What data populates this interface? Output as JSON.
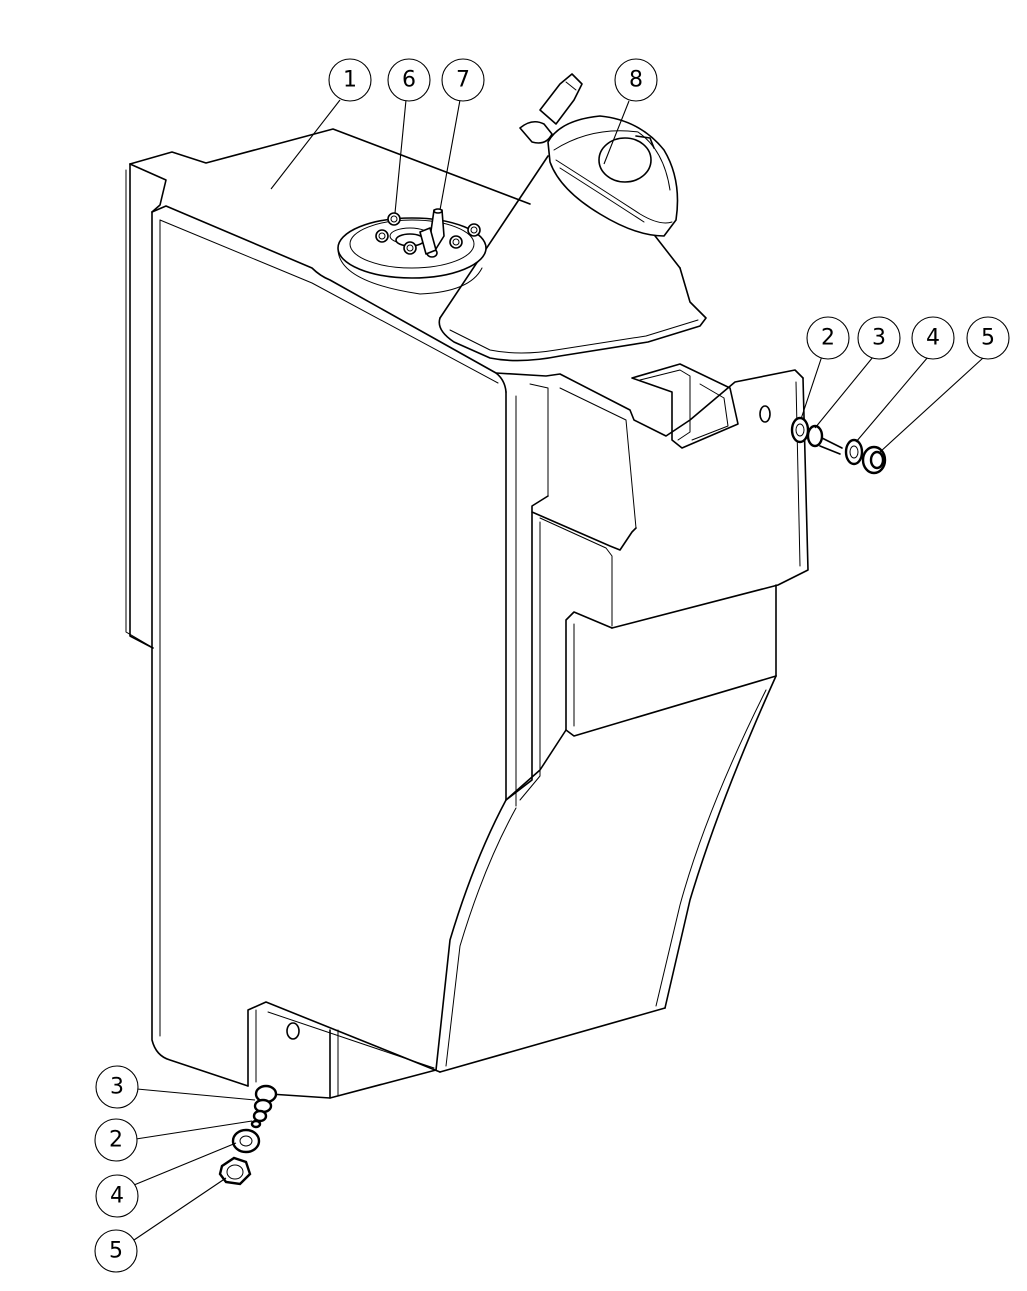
{
  "balloons": {
    "b1": "1",
    "b6": "6",
    "b7": "7",
    "b8": "8",
    "r2": "2",
    "r3": "3",
    "r4": "4",
    "r5": "5",
    "l3": "3",
    "l2": "2",
    "l4": "4",
    "l5": "5"
  }
}
